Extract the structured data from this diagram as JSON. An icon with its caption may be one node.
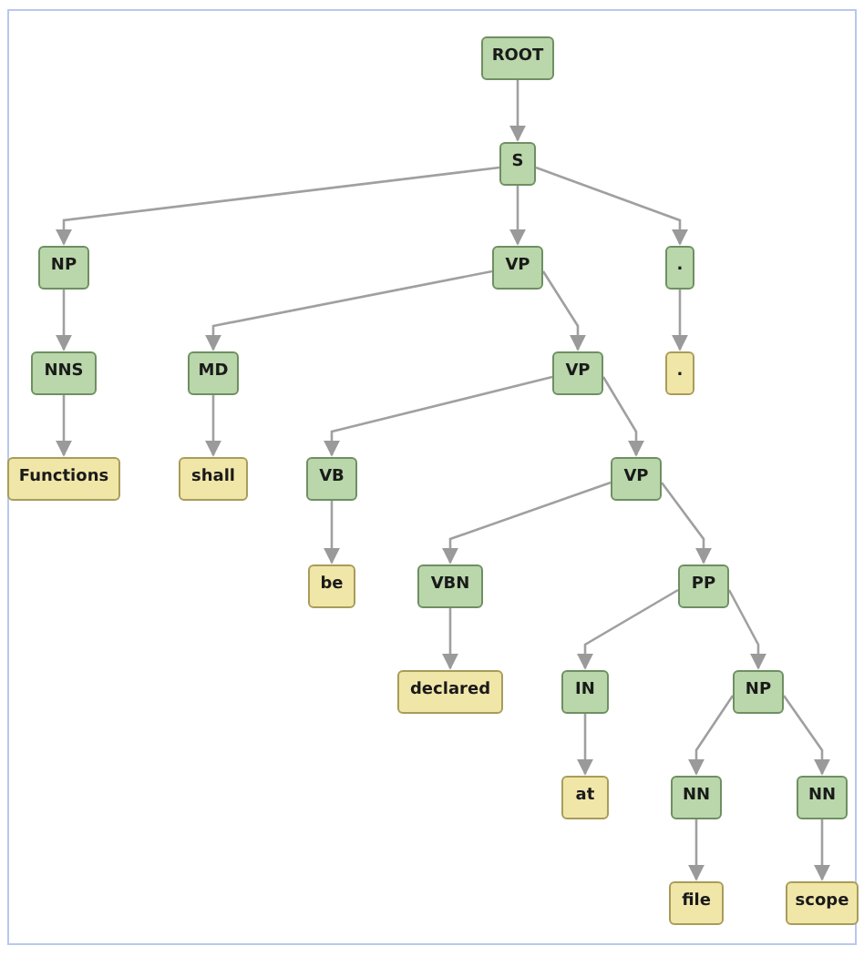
{
  "diagram": {
    "nodes": [
      {
        "text": [
          "ROOT"
        ]
      },
      {
        "text": [
          "S"
        ]
      },
      {
        "text": [
          "NP"
        ]
      },
      {
        "text": [
          "VP"
        ]
      },
      {
        "text": [
          "."
        ]
      },
      {
        "text": [
          "NNS"
        ]
      },
      {
        "text": [
          "MD"
        ]
      },
      {
        "text": [
          "VP"
        ]
      },
      {
        "text": [
          "."
        ]
      },
      {
        "text": [
          "Functions"
        ]
      },
      {
        "text": [
          "shall"
        ]
      },
      {
        "text": [
          "VB"
        ]
      },
      {
        "text": [
          "VP"
        ]
      },
      {
        "text": [
          "be"
        ]
      },
      {
        "text": [
          "VBN"
        ]
      },
      {
        "text": [
          "PP"
        ]
      },
      {
        "text": [
          "declared"
        ]
      },
      {
        "text": [
          "IN"
        ]
      },
      {
        "text": [
          "NP"
        ]
      },
      {
        "text": [
          "at"
        ]
      },
      {
        "text": [
          "NN"
        ]
      },
      {
        "text": [
          "NN"
        ]
      },
      {
        "text": [
          "file"
        ]
      },
      {
        "text": [
          "scope"
        ]
      }
    ],
    "edges": [
      {
        "from": 0,
        "to": 1,
        "arrow": "to"
      },
      {
        "from": 1,
        "to": 2,
        "arrow": "to"
      },
      {
        "from": 1,
        "to": 3,
        "arrow": "to"
      },
      {
        "from": 1,
        "to": 4,
        "arrow": "to"
      },
      {
        "from": 2,
        "to": 5,
        "arrow": "to"
      },
      {
        "from": 3,
        "to": 6,
        "arrow": "to"
      },
      {
        "from": 3,
        "to": 7,
        "arrow": "to"
      },
      {
        "from": 4,
        "to": 8,
        "arrow": "to"
      },
      {
        "from": 5,
        "to": 9,
        "arrow": "to"
      },
      {
        "from": 6,
        "to": 10,
        "arrow": "to"
      },
      {
        "from": 7,
        "to": 11,
        "arrow": "to"
      },
      {
        "from": 7,
        "to": 12,
        "arrow": "to"
      },
      {
        "from": 11,
        "to": 13,
        "arrow": "to"
      },
      {
        "from": 12,
        "to": 14,
        "arrow": "to"
      },
      {
        "from": 12,
        "to": 15,
        "arrow": "to"
      },
      {
        "from": 14,
        "to": 16,
        "arrow": "to"
      },
      {
        "from": 15,
        "to": 17,
        "arrow": "to"
      },
      {
        "from": 15,
        "to": 18,
        "arrow": "to"
      },
      {
        "from": 17,
        "to": 19,
        "arrow": "to"
      },
      {
        "from": 18,
        "to": 20,
        "arrow": "to"
      },
      {
        "from": 18,
        "to": 21,
        "arrow": "to"
      },
      {
        "from": 20,
        "to": 22,
        "arrow": "to"
      },
      {
        "from": 21,
        "to": 23,
        "arrow": "to"
      }
    ]
  }
}
